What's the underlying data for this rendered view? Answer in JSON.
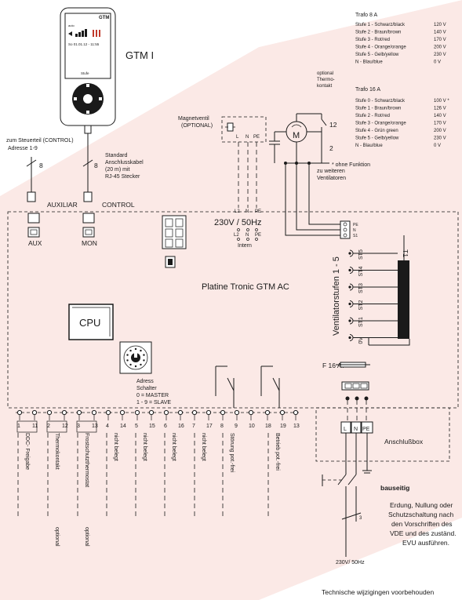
{
  "device": {
    "title": "GTM I",
    "brand": "GTM",
    "screen_line1": "auto",
    "screen_line2": "So 01.01.12 - 11:55",
    "screen_button": "Stufe"
  },
  "trafo8": {
    "title": "Trafo 8 A",
    "rows": [
      {
        "label": "Stufe 1 - Schwarz/black",
        "value": "120 V"
      },
      {
        "label": "Stufe 2 - Braun/brown",
        "value": "140 V"
      },
      {
        "label": "Stufe 3 - Rot/red",
        "value": "170 V"
      },
      {
        "label": "Stufe 4 - Orange/orange",
        "value": "200 V"
      },
      {
        "label": "Stufe 5 - Gelb/yellow",
        "value": "230 V"
      },
      {
        "label": "N      - Blau/blue",
        "value": "0 V"
      }
    ]
  },
  "trafo16": {
    "title": "Trafo 16 A",
    "rows": [
      {
        "label": "Stufe 0 - Schwarz/black",
        "value": "100 V *"
      },
      {
        "label": "Stufe 1 - Braun/brown",
        "value": "126 V"
      },
      {
        "label": "Stufe 2 - Rot/red",
        "value": "140 V"
      },
      {
        "label": "Stufe 3 - Orange/orange",
        "value": "170 V"
      },
      {
        "label": "Stufe 4 - Grün green",
        "value": "200 V"
      },
      {
        "label": "Stufe 5 - Gelb/yellow",
        "value": "230 V"
      },
      {
        "label": "N      - Blau/blue",
        "value": "0 V"
      }
    ],
    "footnote": "* ohne Funktion"
  },
  "control": {
    "line1": "zum Steuerteil (CONTROL)",
    "line2": "Adresse 1-9",
    "wires": "8"
  },
  "cable": {
    "line1": "Standard",
    "line2": "Anschlusskabel",
    "line3": "(20 m) mit",
    "line4": "RJ-45 Stecker",
    "wires": "8"
  },
  "valve": {
    "line1": "Magnetventil",
    "line2": "(OPTIONAL)",
    "terminals": [
      "L",
      "N",
      "PE"
    ],
    "bottom_terminals": [
      "L2",
      "N",
      "PE"
    ]
  },
  "thermo": {
    "line1": "optional",
    "line2": "Thermo-",
    "line3": "kontakt",
    "n12": "12",
    "n2": "2"
  },
  "more_fans": {
    "line1": "zu weiteren",
    "line2": "Ventilatoren"
  },
  "motor_label": "M",
  "supply_intern": {
    "voltage": "230V / 50Hz",
    "terminals": [
      "L2",
      "N",
      "PE"
    ],
    "note": "Intern"
  },
  "ports": {
    "auxiliar": "AUXILIAR",
    "control": "CONTROL",
    "aux": "AUX",
    "mon": "MON"
  },
  "board": {
    "title": "Platine Tronic GTM AC",
    "cpu": "CPU",
    "t1": "T1",
    "fan_pins": [
      "PE",
      "N",
      "S1"
    ],
    "stage_label": "Ventilatorstufen 1 - 5",
    "stages": [
      "ST5",
      "ST4",
      "ST3",
      "ST2",
      "ST1",
      "0V"
    ]
  },
  "address": {
    "line1": "Adress",
    "line2": "Schalter",
    "line3": "0      = MASTER",
    "line4": "1 - 9 = SLAVE"
  },
  "fuse": "F 16 AT",
  "terminals": [
    "1",
    "11",
    "2",
    "12",
    "3",
    "13",
    "4",
    "14",
    "5",
    "15",
    "6",
    "16",
    "7",
    "17",
    "8",
    "9",
    "10",
    "18",
    "19",
    "13"
  ],
  "io_labels": [
    "DDC- Freigabe",
    "Thermokontakt",
    "Frostschutzthermostat",
    "nicht belegt",
    "nicht belegt",
    "nicht belegt",
    "nicht belegt",
    "Störung pot.-frei",
    "Betrieb pot.-frei"
  ],
  "optional_labels": [
    "optional",
    "optional"
  ],
  "box": {
    "title": "Anschlußbox",
    "terminals": [
      "L",
      "N",
      "PE"
    ]
  },
  "site": {
    "title": "bauseitig",
    "line1": "Erdung, Nullung oder",
    "line2": "Schutzschaltung nach",
    "line3": "den Vorschriften des",
    "line4": "VDE und des zuständ.",
    "line5": "EVU ausführen."
  },
  "mains": {
    "voltage": "230V/ 50Hz",
    "wires": "3"
  },
  "footer": "Technische wijzigingen voorbehouden"
}
